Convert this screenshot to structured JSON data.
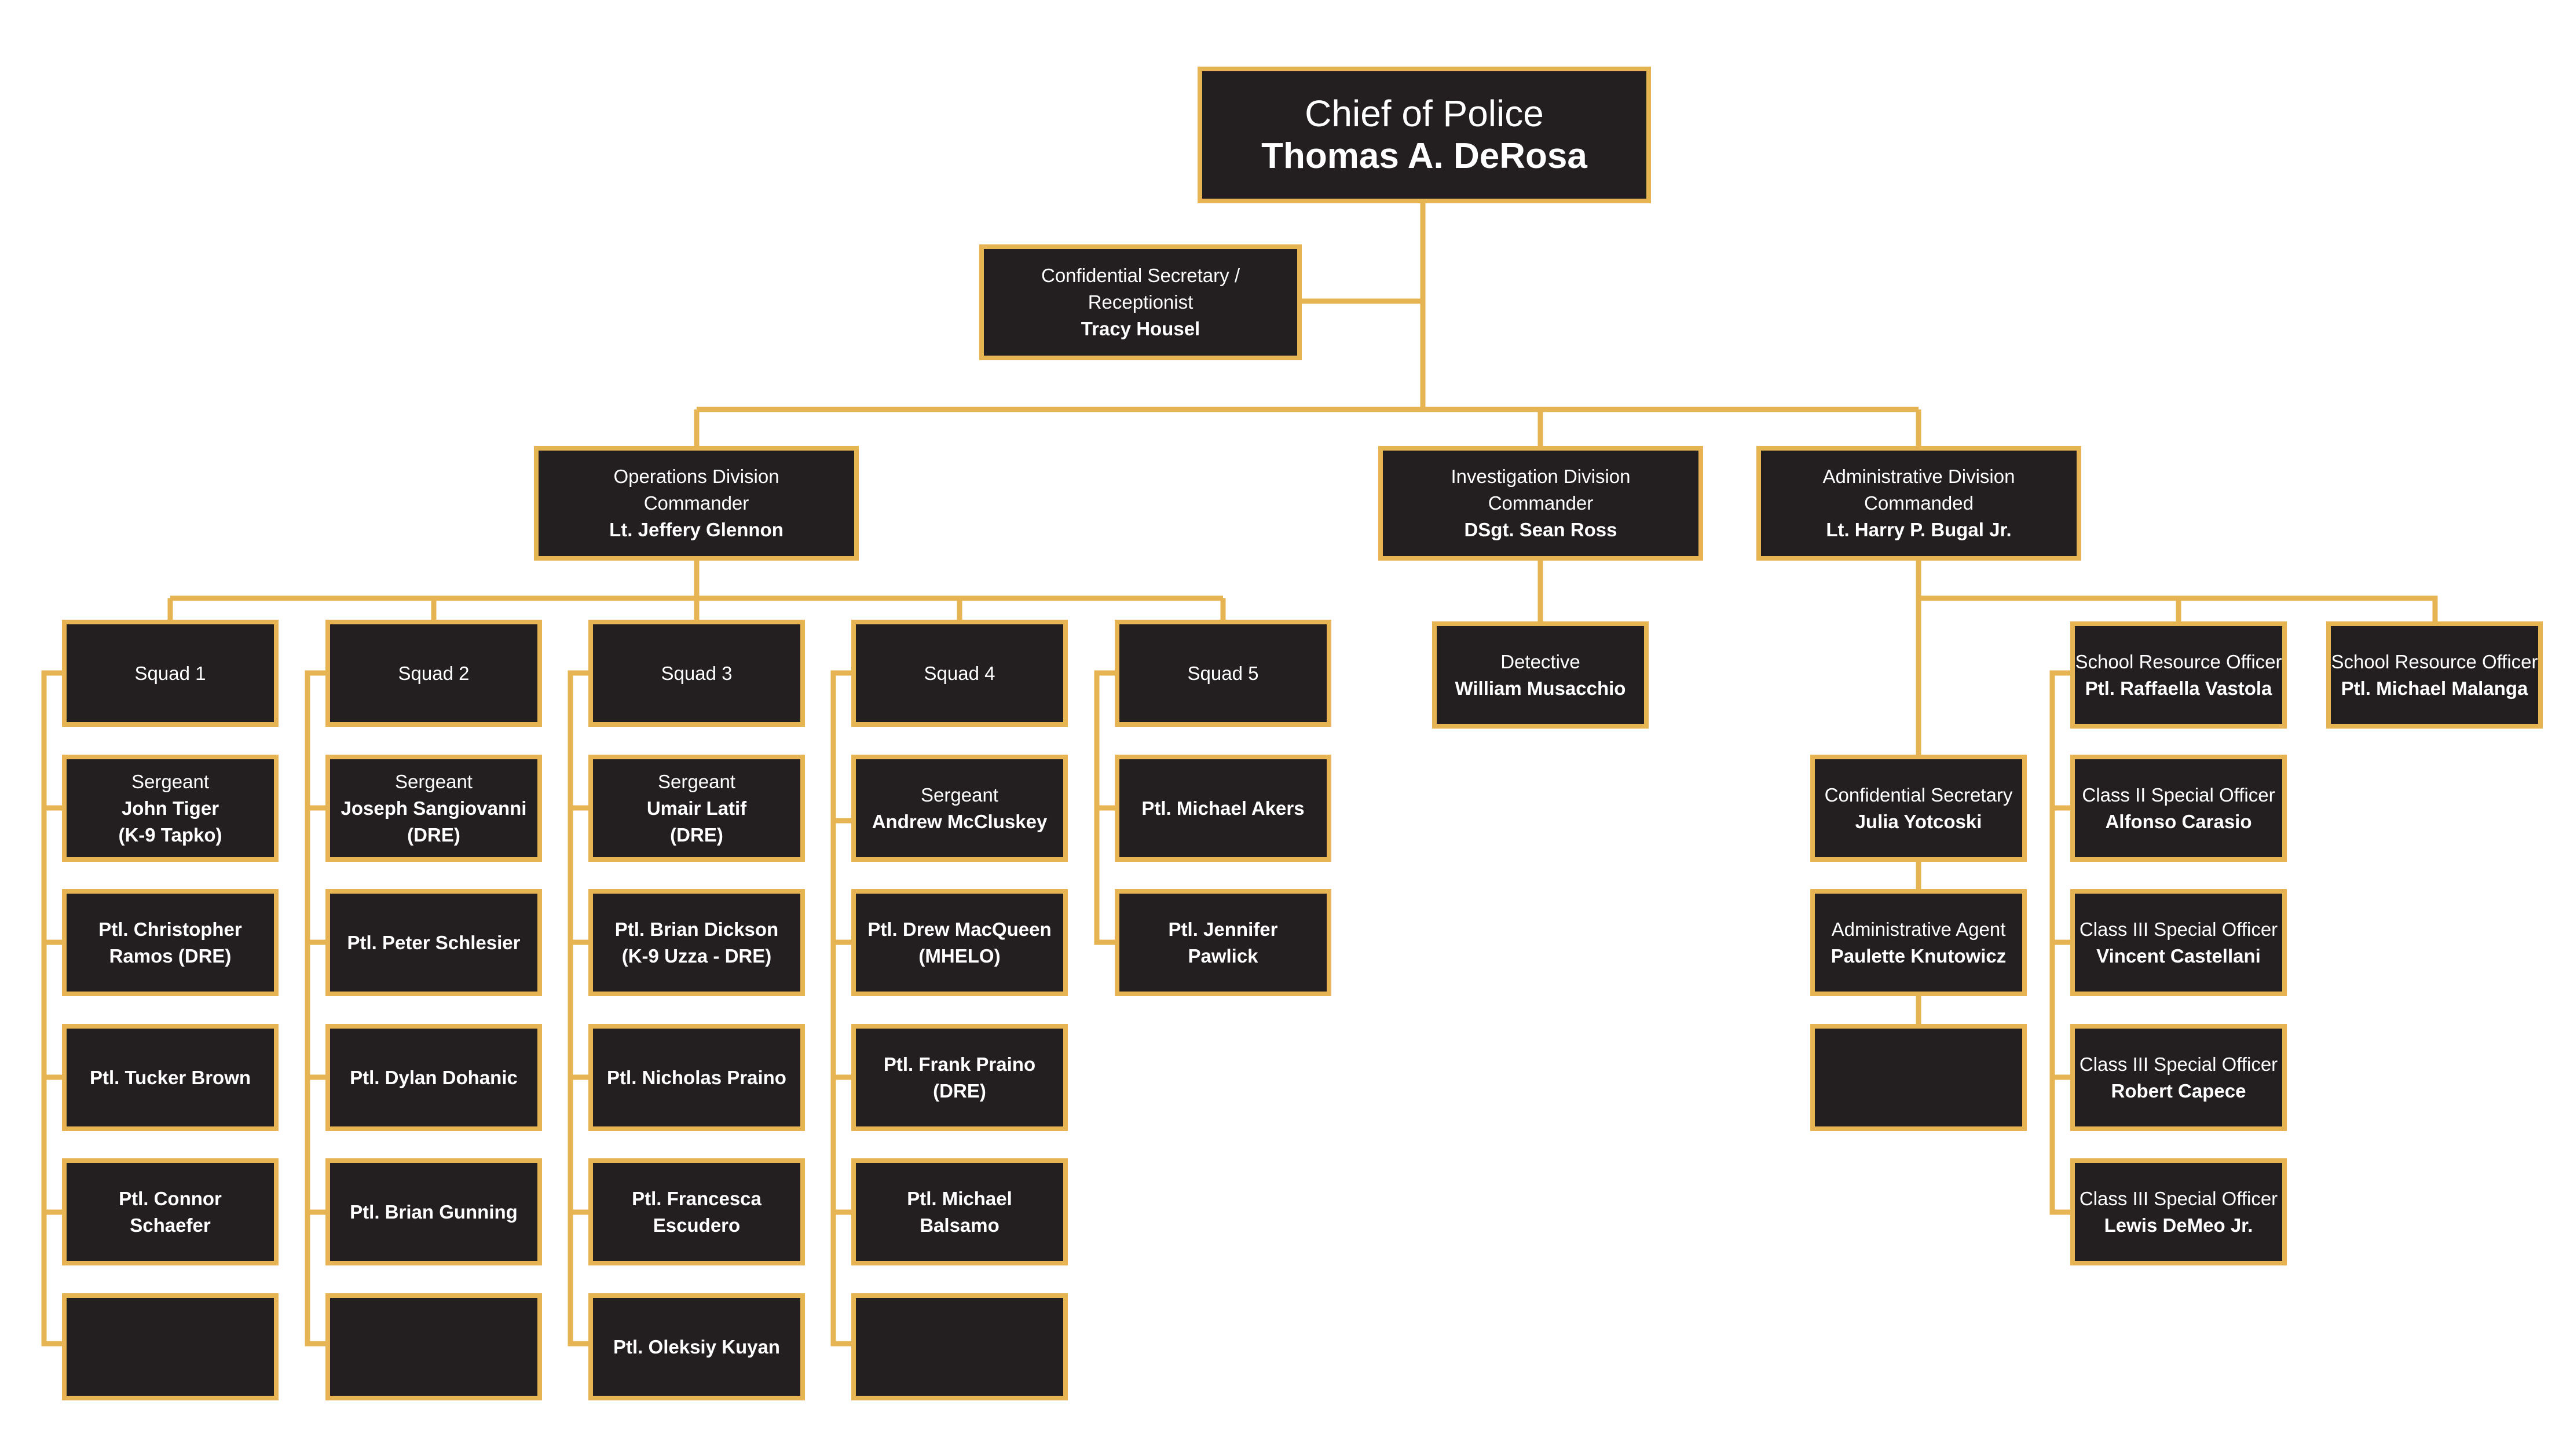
{
  "colors": {
    "box_fill": "#231f20",
    "box_border": "#e6b453",
    "connector": "#e6b453",
    "text": "#ffffff"
  },
  "nodes": {
    "chief": {
      "title": "Chief of Police",
      "name": "Thomas A. DeRosa"
    },
    "secretary": {
      "title1": "Confidential Secretary /",
      "title2": "Receptionist",
      "name": "Tracy Housel"
    },
    "operations": {
      "title1": "Operations Division",
      "title2": "Commander",
      "name": "Lt. Jeffery Glennon"
    },
    "investigation": {
      "title1": "Investigation Division",
      "title2": "Commander",
      "name": "DSgt. Sean Ross"
    },
    "administrative": {
      "title1": "Administrative Division",
      "title2": "Commanded",
      "name": "Lt. Harry P. Bugal Jr."
    },
    "squad1": {
      "title": "Squad 1"
    },
    "squad2": {
      "title": "Squad 2"
    },
    "squad3": {
      "title": "Squad 3"
    },
    "squad4": {
      "title": "Squad 4"
    },
    "squad5": {
      "title": "Squad 5"
    },
    "s1_sgt": {
      "title": "Sergeant",
      "name1": "John Tiger",
      "name2": "(K-9 Tapko)"
    },
    "s1_m1": {
      "name1": "Ptl. Christopher",
      "name2": "Ramos (DRE)"
    },
    "s1_m2": {
      "name1": "Ptl. Tucker Brown"
    },
    "s1_m3": {
      "name1": "Ptl. Connor",
      "name2": "Schaefer"
    },
    "s2_sgt": {
      "title": "Sergeant",
      "name1": "Joseph Sangiovanni",
      "name2": "(DRE)"
    },
    "s2_m1": {
      "name1": "Ptl. Peter Schlesier"
    },
    "s2_m2": {
      "name1": "Ptl. Dylan Dohanic"
    },
    "s2_m3": {
      "name1": "Ptl. Brian Gunning"
    },
    "s3_sgt": {
      "title": "Sergeant",
      "name1": "Umair Latif",
      "name2": "(DRE)"
    },
    "s3_m1": {
      "name1": "Ptl. Brian Dickson",
      "name2": "(K-9 Uzza - DRE)"
    },
    "s3_m2": {
      "name1": "Ptl. Nicholas Praino"
    },
    "s3_m3": {
      "name1": "Ptl. Francesca",
      "name2": "Escudero"
    },
    "s3_m4": {
      "name1": "Ptl. Oleksiy Kuyan"
    },
    "s4_sgt": {
      "title": "Sergeant",
      "name1": "Andrew McCluskey"
    },
    "s4_m1": {
      "name1": "Ptl. Drew MacQueen",
      "name2": "(MHELO)"
    },
    "s4_m2": {
      "name1": "Ptl. Frank Praino",
      "name2": "(DRE)"
    },
    "s4_m3": {
      "name1": "Ptl. Michael",
      "name2": "Balsamo"
    },
    "s5_m1": {
      "name1": "Ptl. Michael Akers"
    },
    "s5_m2": {
      "name1": "Ptl. Jennifer",
      "name2": "Pawlick"
    },
    "detective": {
      "title": "Detective",
      "name": "William Musacchio"
    },
    "adm_sec": {
      "title": "Confidential Secretary",
      "name": "Julia Yotcoski"
    },
    "adm_agent": {
      "title": "Administrative Agent",
      "name": "Paulette Knutowicz"
    },
    "sro1": {
      "title": "School Resource Officer",
      "name": "Ptl. Raffaella Vastola"
    },
    "sro2": {
      "title": "School Resource Officer",
      "name": "Ptl. Michael Malanga"
    },
    "so1": {
      "title": "Class II Special Officer",
      "name": "Alfonso Carasio"
    },
    "so2": {
      "title": "Class III Special Officer",
      "name": "Vincent Castellani"
    },
    "so3": {
      "title": "Class III Special Officer",
      "name": "Robert Capece"
    },
    "so4": {
      "title": "Class III Special Officer",
      "name": "Lewis DeMeo Jr."
    }
  }
}
